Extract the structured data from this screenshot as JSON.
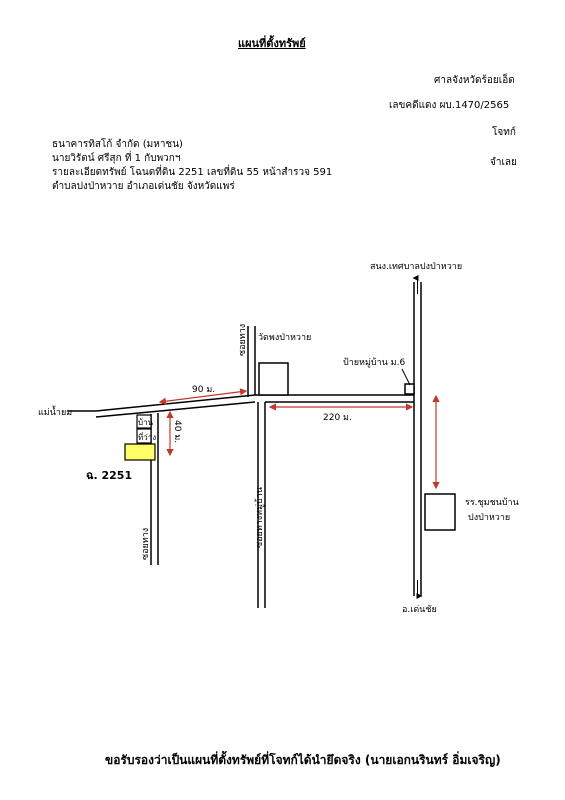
{
  "header": {
    "title": "แผนที่ตั้งทรัพย์",
    "court": "ศาลจังหวัดร้อยเอ็ด",
    "case_no": "เลขคดีแดง ผบ.1470/2565",
    "plaintiff": "โจทก์",
    "defendant": "จำเลย"
  },
  "parties": {
    "line1": "ธนาคารทิสโก้ จำกัด (มหาชน)",
    "line2": "นายวิรัตน์  ศรีสุก  ที่ 1 กับพวกฯ",
    "line3": "รายละเอียดทรัพย์ โฉนดที่ดิน 2251 เลขที่ดิน 55 หน้าสำรวจ 591",
    "line4": "ตำบลปงป่าหวาย  อำเภอเด่นชัย  จังหวัดแพร่"
  },
  "map": {
    "labels": {
      "municipality": "สนง.เทศบาลปงป่าหวาย",
      "temple": "วัดพงป่าหวาย",
      "village_sign": "ป้ายหมู่บ้าน ม.6",
      "dist_90": "90 ม.",
      "dist_220": "220 ม.",
      "dist_40": "40 ม.",
      "mae_nam_yom": "แม่น้ำยม",
      "house": "บ้าน",
      "vacant": "ที่ว่าง",
      "deed": "ฉ. 2251",
      "soi_top": "ซอยทาง",
      "soi_left": "ซอยทาง",
      "soi_middle": "ซอยทางหมู่บ้าน",
      "school_1": "รร.ชุมชนบ้าน",
      "school_2": "ปงป่าหวาย",
      "den_chai": "อ.เด่นชัย"
    },
    "colors": {
      "subject_plot": "#ffff66",
      "line": "#000000"
    }
  },
  "footer": {
    "certification": "ขอรับรองว่าเป็นแผนที่ตั้งทรัพย์ที่โจทก์ได้นำยึดจริง (นายเอกนรินทร์ อิ่มเจริญ)"
  }
}
